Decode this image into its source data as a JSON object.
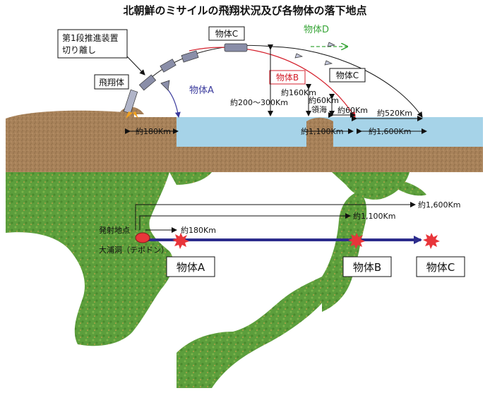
{
  "title": "北朝鮮のミサイルの飛翔状況及び各物体の落下地点",
  "labels": {
    "separation": "第1段推進装置切り離し",
    "separation_l1": "第1段推進装置",
    "separation_l2": "切り離し",
    "vehicle": "飛翔体",
    "object_a": "物体A",
    "object_b": "物体B",
    "object_c": "物体C",
    "object_d": "物体D",
    "territorial_sea": "領海"
  },
  "distances": {
    "alt_max": "約200～300Km",
    "alt_b": "約160Km",
    "alt_60": "約60Km",
    "dist_60": "約60Km",
    "dist_520": "約520Km",
    "range_180": "約180Km",
    "range_1100": "約1,100Km",
    "range_1600": "約1,600Km"
  },
  "map": {
    "launch_point": "発射地点",
    "launch_site": "大浦洞（テポドン）",
    "range_180": "約180Km",
    "range_1100": "約1,100Km",
    "range_1600": "約1,600Km",
    "box_a": "物体A",
    "box_b": "物体B",
    "box_c": "物体C"
  },
  "colors": {
    "sea": "#a6d3e8",
    "ground": "#a8825a",
    "object_a": "#3a3a9c",
    "object_b": "#d4202c",
    "object_d": "#3aa63a",
    "track": "#2c2c8c"
  }
}
